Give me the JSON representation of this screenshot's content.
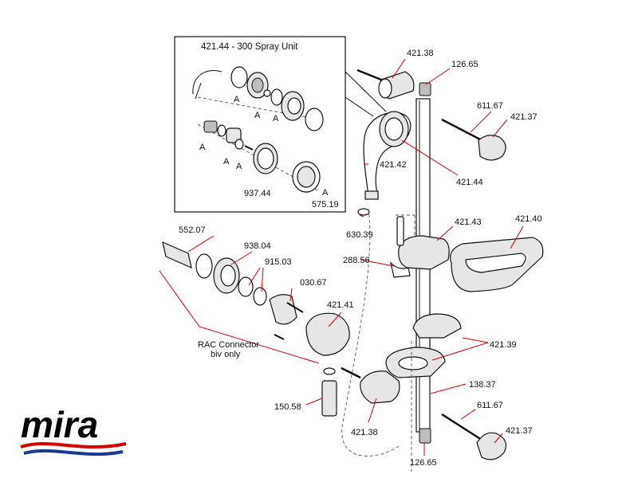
{
  "inset": {
    "title": "421.44 - 300 Spray Unit",
    "a_marker": "A"
  },
  "labels": {
    "p421_38_top": "421.38",
    "p126_65_top": "126.65",
    "p611_67_top": "611.67",
    "p421_37_top": "421.37",
    "p421_42": "421.42",
    "p421_44": "421.44",
    "p937_44": "937.44",
    "p575_19": "575.19",
    "p630_39": "630.39",
    "p421_43": "421.43",
    "p421_40": "421.40",
    "p552_07": "552.07",
    "p938_04": "938.04",
    "p915_03": "915.03",
    "p288_56": "288.56",
    "p030_67": "030.67",
    "p421_41": "421.41",
    "p421_39": "421.39",
    "rac_line1": "RAC Connector",
    "rac_line2": "biv only",
    "p138_37": "138.37",
    "p150_58": "150.58",
    "p421_38_bottom": "421.38",
    "p611_67_bottom": "611.67",
    "p421_37_bottom": "421.37",
    "p126_65_bottom": "126.65"
  },
  "logo": {
    "text": "mira",
    "text_color": "#000000",
    "wave_colors": [
      "#d40000",
      "#1a3a8c"
    ]
  },
  "colors": {
    "leader_line": "#d40000",
    "outline": "#111111"
  }
}
